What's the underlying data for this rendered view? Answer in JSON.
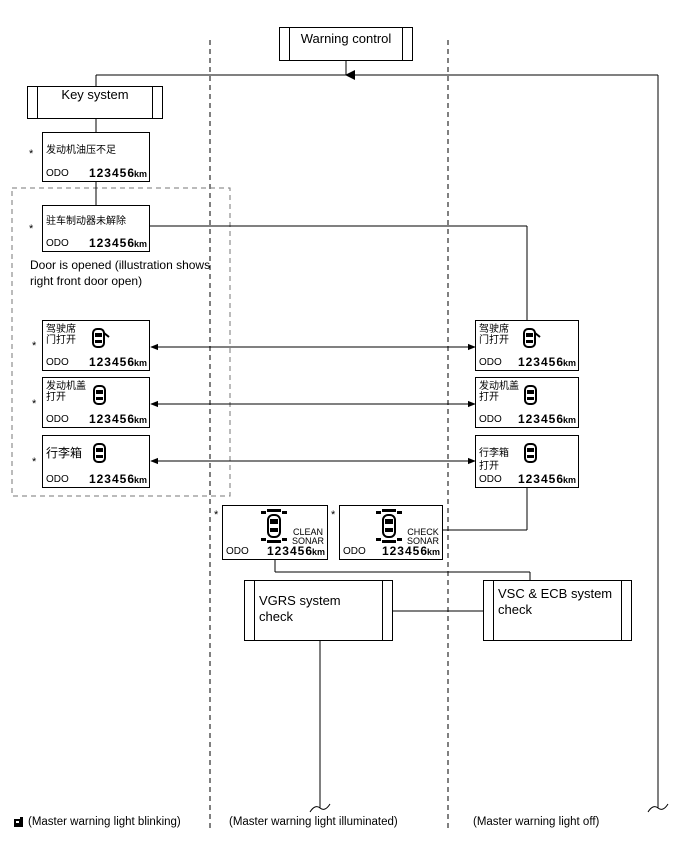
{
  "title": "Warning control",
  "key_system": "Key system",
  "odo_label": "ODO",
  "odo_value": "123456",
  "odo_unit": "km",
  "asterisk": "*",
  "messages": {
    "oil_pressure": "发动机油压不足",
    "parking_brake": "驻车制动器未解除",
    "driver_door_line1": "驾驶席",
    "driver_door_line2": "门打开",
    "hood_line1": "发动机盖",
    "hood_line2": "打开",
    "trunk_line1": "行李箱",
    "trunk_line2": "打开"
  },
  "door_note": "Door is opened (illustration shows right front door open)",
  "sonar": {
    "clean_line1": "CLEAN",
    "clean_line2": "SONAR",
    "check_line1": "CHECK",
    "check_line2": "SONAR"
  },
  "vgrs": "VGRS system check",
  "vsc": "VSC & ECB system check",
  "columns": {
    "blinking": "(Master warning light blinking)",
    "illuminated": "(Master warning light illuminated)",
    "off": "(Master warning light off)"
  }
}
